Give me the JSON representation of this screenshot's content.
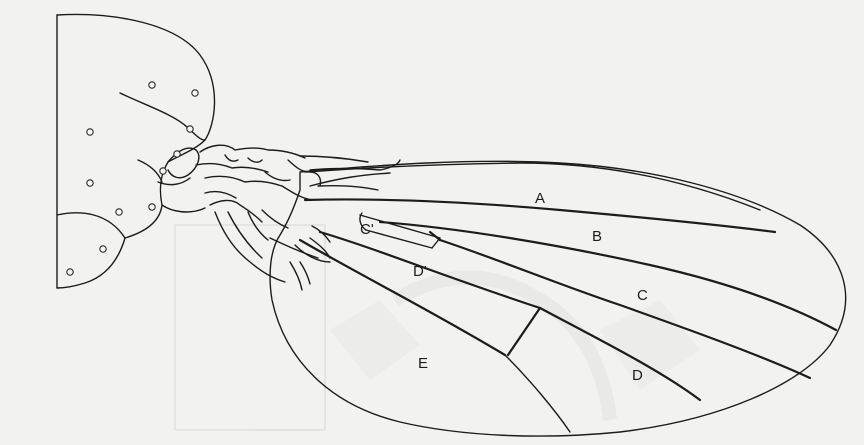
{
  "colors": {
    "background": "#f2f2f0",
    "ink": "#1c1c1c",
    "wing_fill": "#e9e9e6",
    "watermark": "#d4d4d0"
  },
  "labels": {
    "A": "A",
    "B": "B",
    "C": "C",
    "C_prime": "C'",
    "D": "D",
    "D_prime": "D'",
    "E": "E"
  }
}
